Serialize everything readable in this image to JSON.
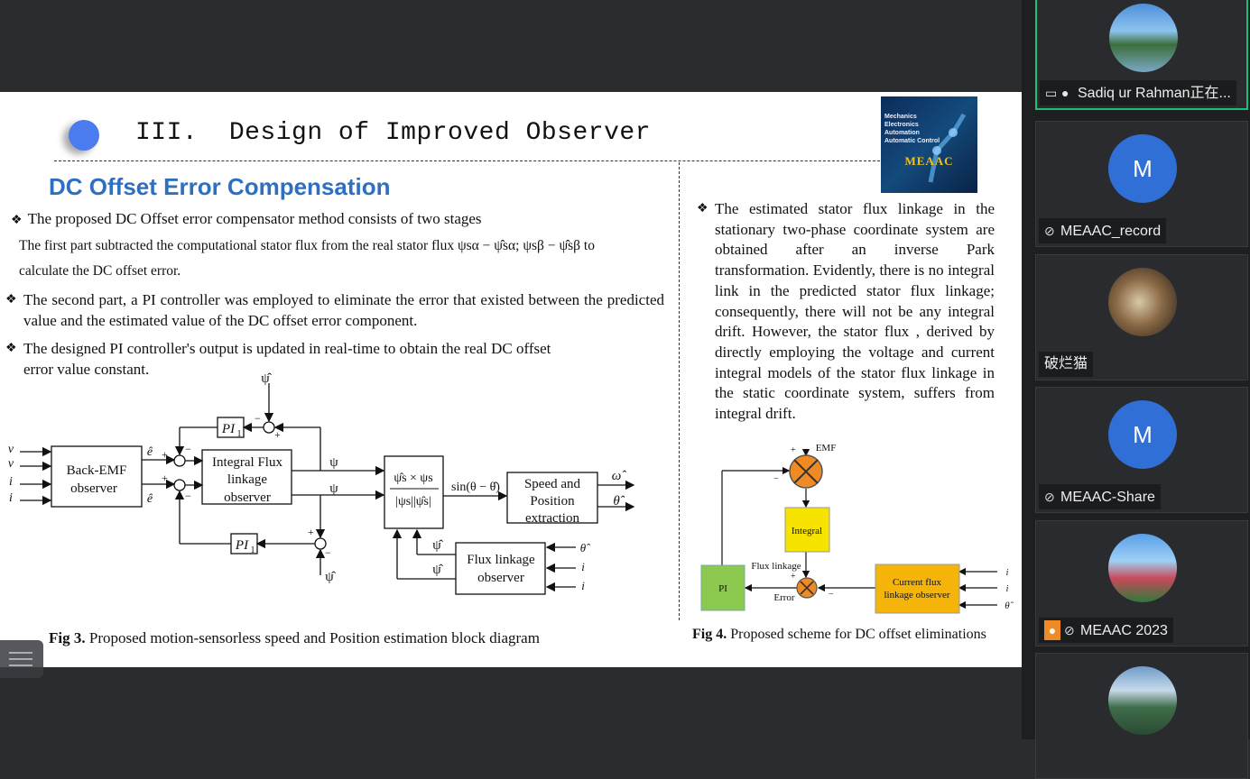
{
  "slide": {
    "section_title": "III.  Design of Improved Observer",
    "logo": {
      "lines": [
        "Mechanics",
        "Electronics",
        "Automation",
        "Automatic Control"
      ],
      "brand": "MEAAC"
    },
    "subtitle": "DC Offset Error Compensation",
    "bullet1": "The proposed DC Offset error compensator method consists of two stages",
    "para1_line1": "The first part subtracted the computational stator flux from the real stator flux ψsα − ψ̂sα; ψsβ − ψ̂sβ to",
    "para1_line2": "calculate the DC offset error.",
    "bullet2": "The second part, a PI controller was employed to eliminate the error that existed between the predicted value and the estimated value of the DC offset error component.",
    "bullet3_line1": "The designed PI controller's output is updated in real-time to obtain the real DC offset",
    "bullet3_line2": "error value constant.",
    "right_text": "The estimated stator flux linkage in the stationary two-phase coordinate system are obtained after an inverse Park transformation. Evidently, there is no integral link in the predicted stator flux linkage; consequently, there will not be any integral drift. However, the stator flux , derived by directly employing the voltage and current integral models of the stator flux linkage in the static coordinate system, suffers from integral drift.",
    "fig3": {
      "label": "Fig 3.",
      "text": "Proposed motion-sensorless speed and Position estimation block diagram",
      "blocks": {
        "backemf": [
          "Back-EMF",
          "observer"
        ],
        "integral": [
          "Integral Flux",
          "linkage",
          "observer"
        ],
        "speed": [
          "Speed and",
          "Position",
          "extraction"
        ],
        "fluxobs": [
          "Flux linkage",
          "observer"
        ],
        "pi": "PI",
        "pi_sub": "1"
      },
      "labels": {
        "v_alpha": "v",
        "v_beta": "v",
        "i_alpha": "i",
        "i_beta": "i",
        "e_alpha": "ê",
        "e_beta": "ê",
        "psi_sa": "ψ",
        "psi_sb": "ψ",
        "psi_hat": "ψ̂",
        "sin": "sin(θ − θ̂)",
        "omega_hat": "ω̂",
        "theta_hat": "θ̂",
        "norm_top": "ψ̂s × ψs",
        "norm_bot": "|ψs||ψ̂s|"
      }
    },
    "fig4": {
      "label": "Fig 4.",
      "text": "Proposed scheme for DC offset eliminations",
      "blocks": {
        "integral": "Integral",
        "pi": "PI",
        "current": [
          "Current flux",
          "linkage observer"
        ]
      },
      "labels": {
        "emf": "EMF",
        "flux_linkage": "Flux linkage",
        "error": "Error",
        "i_sa": "i",
        "i_sb": "i",
        "theta": "θ̂"
      }
    }
  },
  "participants": [
    {
      "name": "Sadiq ur Rahman正在...",
      "avatar": "landscape-photo",
      "active": true,
      "mic": "mic-on-icon",
      "share": "screen-share-icon"
    },
    {
      "name": "MEAAC_record",
      "avatar_letter": "M",
      "mic": "mic-muted-icon"
    },
    {
      "name": "破烂猫",
      "avatar": "bird-photo"
    },
    {
      "name": "MEAAC-Share",
      "avatar_letter": "M",
      "mic": "mic-muted-icon"
    },
    {
      "name": "MEAAC 2023",
      "avatar": "flower-photo",
      "mic": "mic-muted-icon",
      "host_badge": "person-icon"
    },
    {
      "name": "",
      "avatar": "mountain-photo"
    }
  ],
  "colors": {
    "accent_blue": "#2e6fc0",
    "dot_blue": "#4a7cf0",
    "active_border": "#1fbf75",
    "avatar_blue": "#2f6fd6",
    "fig4_yellow": "#f7e300",
    "fig4_green": "#8cc94e",
    "fig4_orange": "#f4b40a"
  }
}
